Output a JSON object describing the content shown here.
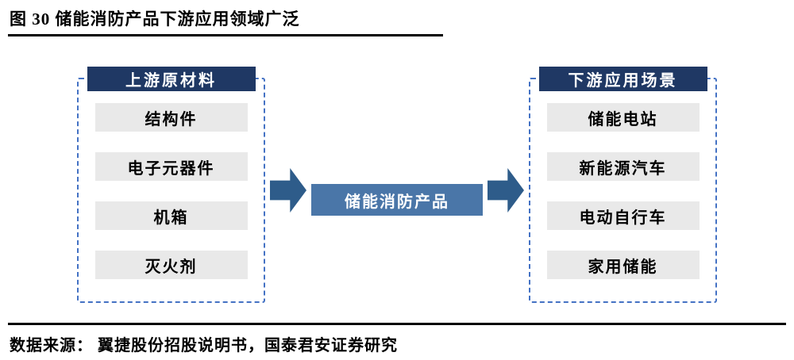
{
  "title": "图 30 储能消防产品下游应用领域广泛",
  "source": "数据来源： 翼捷股份招股说明书，国泰君安证券研究",
  "diagram": {
    "left": {
      "header": "上游原材料",
      "items": [
        "结构件",
        "电子元器件",
        "机箱",
        "灭火剂"
      ]
    },
    "center": {
      "label": "储能消防产品"
    },
    "right": {
      "header": "下游应用场景",
      "items": [
        "储能电站",
        "新能源汽车",
        "电动自行车",
        "家用储能"
      ]
    },
    "colors": {
      "header_bg": "#1F3864",
      "center_bg": "#4A76A8",
      "arrow": "#2E5C8A",
      "item_bg": "#E9E9E9",
      "dashed_border": "#4472C4",
      "rule": "#000000"
    }
  }
}
